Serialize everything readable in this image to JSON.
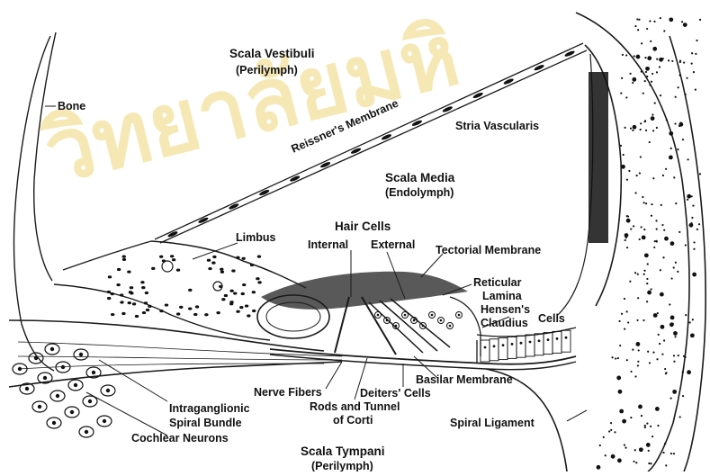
{
  "diagram": {
    "labels": {
      "scala_vestibuli": "Scala Vestibuli",
      "perilymph_top": "(Perilymph)",
      "bone": "Bone",
      "reissners_membrane": "Reissner's Membrane",
      "stria_vascularis": "Stria Vascularis",
      "scala_media": "Scala Media",
      "endolymph": "(Endolymph)",
      "hair_cells": "Hair Cells",
      "limbus": "Limbus",
      "internal": "Internal",
      "external": "External",
      "tectorial_membrane": "Tectorial Membrane",
      "reticular": "Reticular",
      "lamina": "Lamina",
      "hensens": "Hensen's",
      "claudius": "Claudius",
      "cells": "Cells",
      "basilar_membrane": "Basilar Membrane",
      "deiters_cells": "Deiters' Cells",
      "nerve_fibers": "Nerve Fibers",
      "rods_and_tunnel": "Rods and Tunnel",
      "of_corti": "of Corti",
      "intraganglionic": "Intraganglionic",
      "spiral_bundle": "Spiral Bundle",
      "cochlear_neurons": "Cochlear Neurons",
      "spiral_ligament": "Spiral Ligament",
      "scala_tympani": "Scala Tympani",
      "perilymph_bottom": "(Perilymph)"
    },
    "watermark": "วิทยาลัยมหิ",
    "colors": {
      "ink": "#1a1a1a",
      "watermark": "#f0d779",
      "background": "#ffffff"
    }
  }
}
